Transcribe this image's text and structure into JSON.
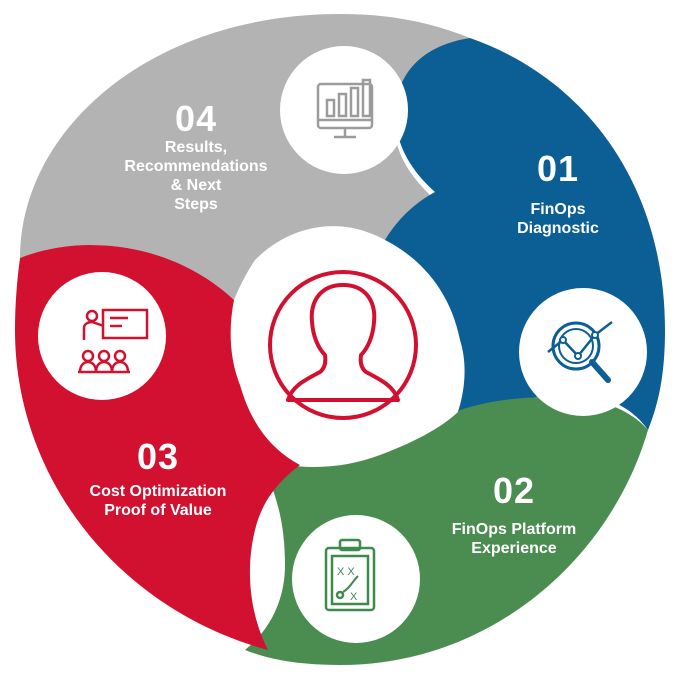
{
  "colors": {
    "segment_01": "#0b5f95",
    "segment_02": "#4b8c50",
    "segment_03": "#d2102f",
    "segment_04": "#b3b3b3",
    "icon_gray": "#9b9b9b",
    "icon_blue": "#0b5f95",
    "icon_green": "#3f8a4d",
    "icon_red": "#d2102f",
    "center_ring": "#d2102f"
  },
  "center": {
    "icon": "person-silhouette-icon"
  },
  "steps": [
    {
      "number": "01",
      "title_lines": [
        "FinOps",
        "Diagnostic"
      ],
      "icon": "magnifying-glass-chart-icon"
    },
    {
      "number": "02",
      "title_lines": [
        "FinOps Platform",
        "Experience"
      ],
      "icon": "clipboard-strategy-icon"
    },
    {
      "number": "03",
      "title_lines": [
        "Cost Optimization",
        "Proof of Value"
      ],
      "icon": "presentation-audience-icon"
    },
    {
      "number": "04",
      "title_lines": [
        "Results,",
        "Recommendations",
        "& Next",
        "Steps"
      ],
      "icon": "monitor-bar-chart-icon"
    }
  ]
}
